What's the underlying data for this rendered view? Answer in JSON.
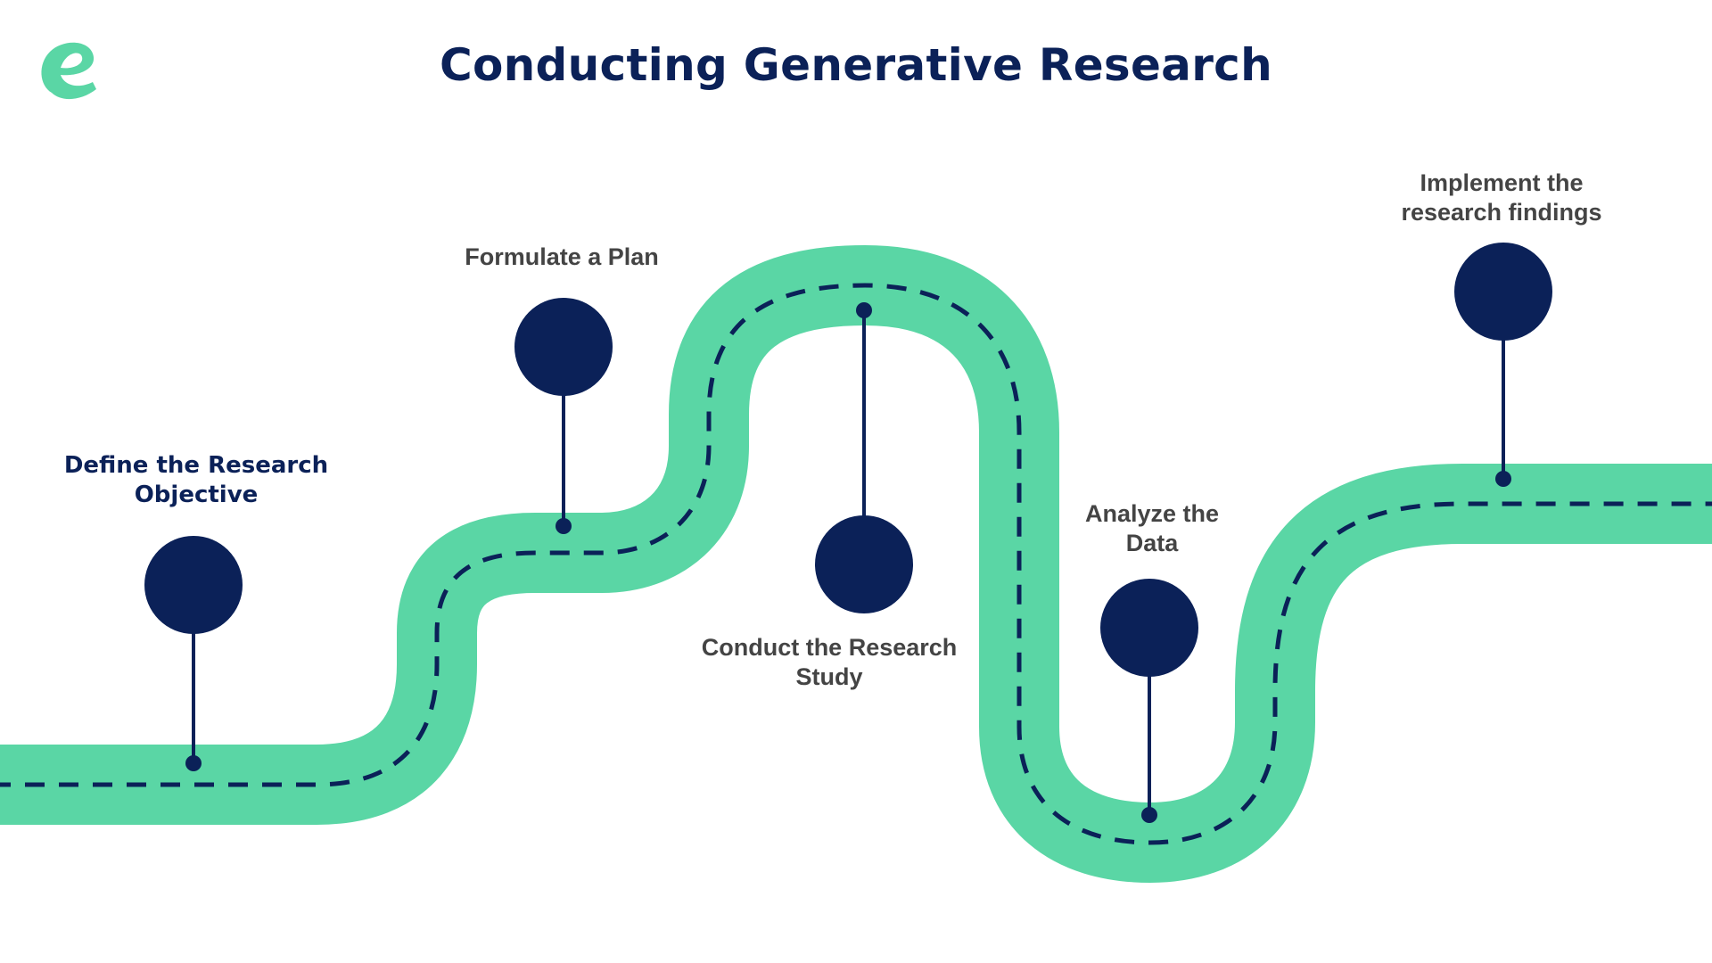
{
  "title": "Conducting Generative Research",
  "logo": {
    "icon": "e-logo-icon"
  },
  "colors": {
    "road": "#5ad6a5",
    "navy": "#0b2158",
    "label_gray": "#444444",
    "background": "#ffffff"
  },
  "steps": [
    {
      "lines": [
        "Define the Research",
        "Objective"
      ],
      "highlighted": true
    },
    {
      "lines": [
        "Formulate a Plan"
      ]
    },
    {
      "lines": [
        "Conduct the Research",
        "Study"
      ]
    },
    {
      "lines": [
        "Analyze the",
        "Data"
      ]
    },
    {
      "lines": [
        "Implement the",
        "research findings"
      ]
    }
  ]
}
